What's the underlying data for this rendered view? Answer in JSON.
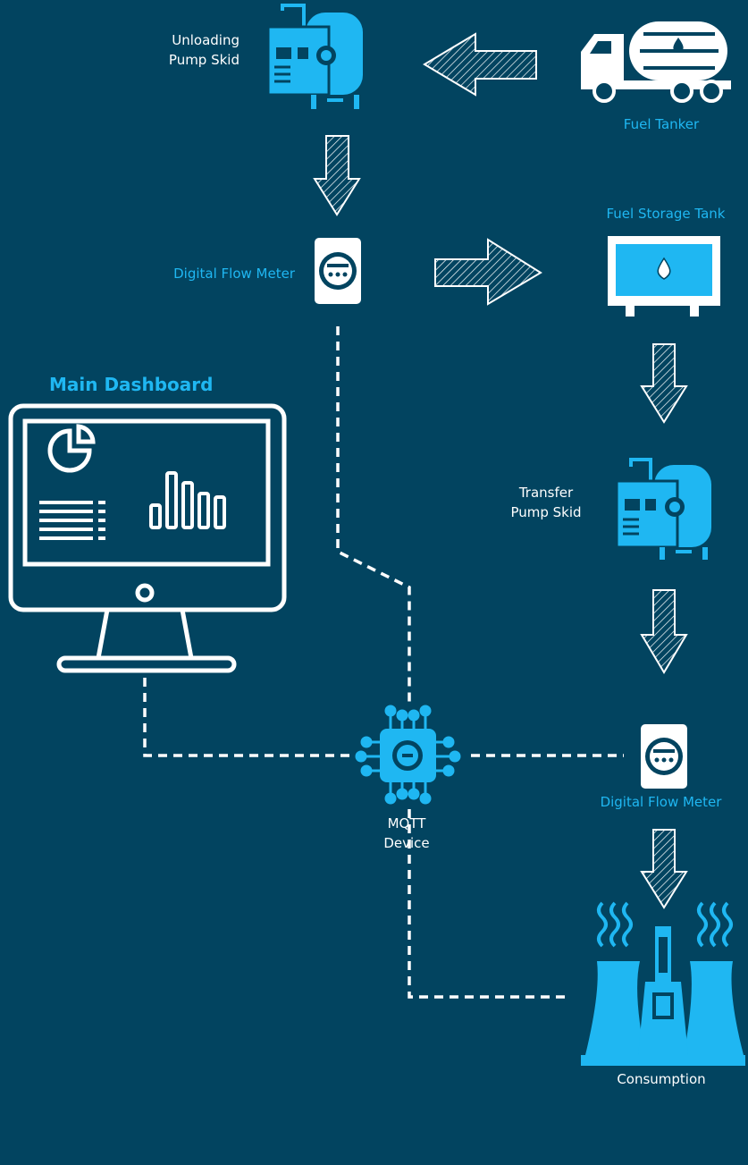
{
  "colors": {
    "background": "#024460",
    "accent": "#1fb7f2",
    "line": "#ffffff"
  },
  "nodes": {
    "unloading_pump": {
      "line1": "Unloading",
      "line2": "Pump Skid",
      "icon": "pump-skid-icon"
    },
    "fuel_tanker": {
      "label": "Fuel Tanker",
      "icon": "fuel-tanker-icon"
    },
    "flow_meter_1": {
      "label": "Digital Flow Meter",
      "icon": "flow-meter-icon"
    },
    "storage_tank": {
      "label": "Fuel Storage Tank",
      "icon": "storage-tank-icon"
    },
    "transfer_pump": {
      "line1": "Transfer",
      "line2": "Pump Skid",
      "icon": "pump-skid-icon"
    },
    "flow_meter_2": {
      "label": "Digital Flow Meter",
      "icon": "flow-meter-icon"
    },
    "mqtt": {
      "line1": "MQTT",
      "line2": "Device",
      "icon": "iot-chip-icon"
    },
    "consumption": {
      "label": "Consumption",
      "icon": "power-plant-icon"
    },
    "dashboard": {
      "title": "Main Dashboard",
      "icon": "monitor-dashboard-icon"
    }
  }
}
